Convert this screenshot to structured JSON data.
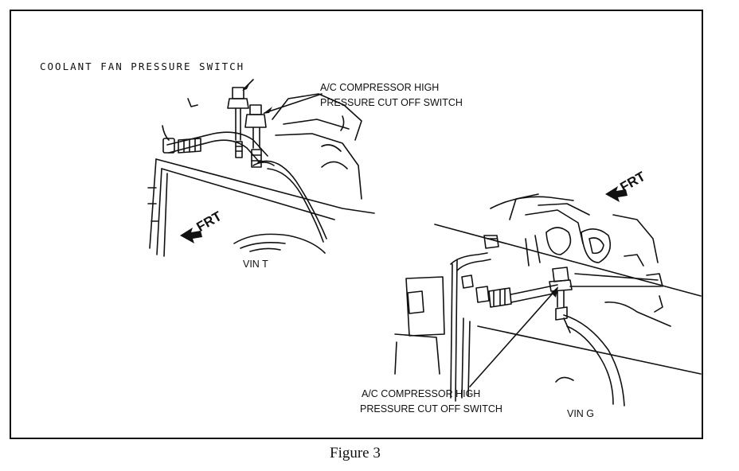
{
  "figure": {
    "caption": "Figure 3"
  },
  "vin_t": {
    "view_label": "VIN T",
    "frt_label": "FRT",
    "callouts": {
      "coolant_fan_switch": "COOLANT FAN PRESSURE SWITCH",
      "ac_switch_line1": "A/C COMPRESSOR HIGH",
      "ac_switch_line2": "PRESSURE CUT OFF SWITCH"
    }
  },
  "vin_g": {
    "view_label": "VIN G",
    "frt_label": "FRT",
    "callouts": {
      "ac_switch_line1": "A/C COMPRESSOR HIGH",
      "ac_switch_line2": "PRESSURE CUT OFF SWITCH"
    }
  },
  "colors": {
    "ink": "#111111",
    "paper": "#ffffff"
  }
}
